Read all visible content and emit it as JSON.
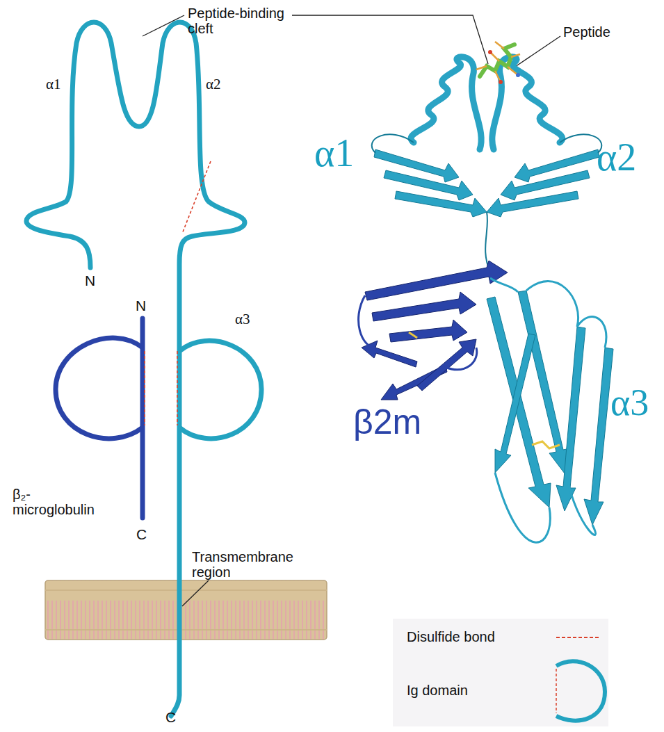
{
  "diagram": {
    "labels": [
      "Peptide-binding cleft",
      "Peptide",
      "α1",
      "α2",
      "N",
      "N",
      "α3",
      "β₂-microglobulin",
      "C",
      "Transmembrane region",
      "C",
      "α1",
      "α2",
      "α3",
      "β2m"
    ],
    "legend": [
      {
        "text": "Disulfide bond"
      },
      {
        "text": "Ig domain"
      }
    ]
  }
}
